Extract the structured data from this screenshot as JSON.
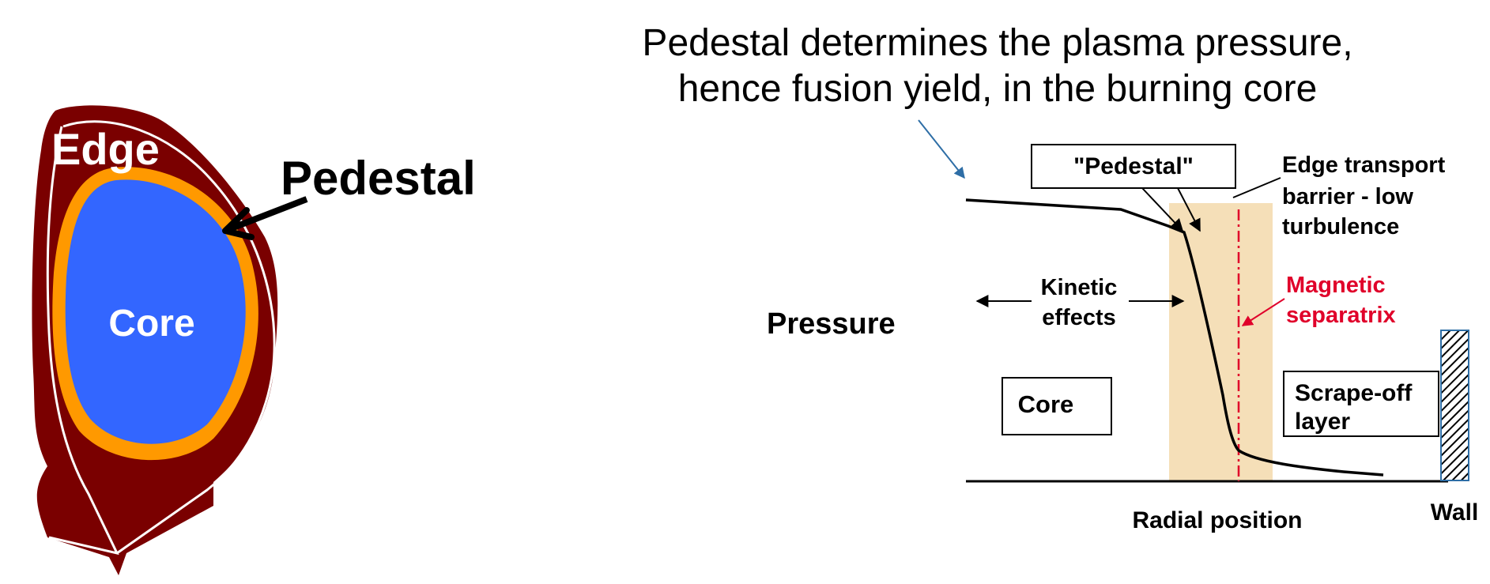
{
  "headline": {
    "line1": "Pedestal determines the plasma pressure,",
    "line2": "hence fusion yield, in the burning core"
  },
  "cross_section": {
    "edge_label": "Edge",
    "core_label": "Core",
    "pedestal_label": "Pedestal",
    "colors": {
      "edge": "#7a0000",
      "pedestal": "#ff9900",
      "core": "#3366ff",
      "flux_line": "#ffffff"
    }
  },
  "profile": {
    "y_axis_label": "Pressure",
    "x_axis_label": "Radial position",
    "pedestal_box_label": "\"Pedestal\"",
    "etb_line1": "Edge transport",
    "etb_line2": "barrier - low",
    "etb_line3": "turbulence",
    "separatrix_line1": "Magnetic",
    "separatrix_line2": "separatrix",
    "kinetic_line1": "Kinetic",
    "kinetic_line2": "effects",
    "core_box_label": "Core",
    "sol_line1": "Scrape-off",
    "sol_line2": "layer",
    "wall_label": "Wall",
    "colors": {
      "barrier_band": "#f5dfb8",
      "separatrix": "#e0002a",
      "pointer": "#2e6ea6"
    }
  }
}
